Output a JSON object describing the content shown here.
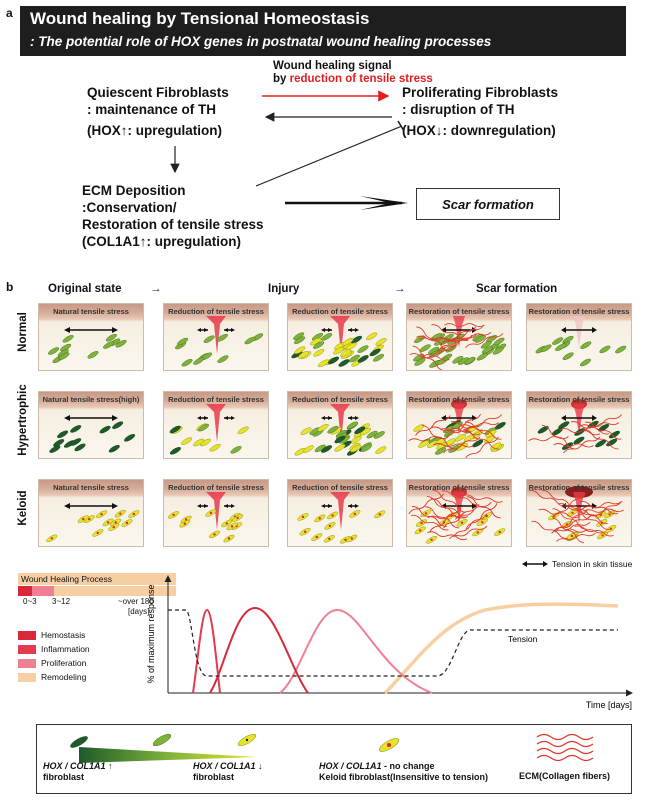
{
  "header": {
    "panel_label_a": "a",
    "title": "Wound healing by Tensional Homeostasis",
    "subtitle": ": The potential role of HOX genes in postnatal wound healing processes"
  },
  "diagram_a": {
    "signal_line1": "Wound healing signal",
    "signal_line2_prefix": "by",
    "signal_line2_red": "reduction of tensile stress",
    "quiescent_title": "Quiescent Fibroblasts",
    "quiescent_sub": ": maintenance of TH",
    "quiescent_gene": "(HOX↑: upregulation)",
    "proliferating_title": "Proliferating Fibroblasts",
    "proliferating_sub": ": disruption of TH",
    "proliferating_gene": "(HOX↓: downregulation)",
    "ecm_line1": "ECM Deposition",
    "ecm_line2": ":Conservation/",
    "ecm_line3": "Restoration of tensile stress",
    "ecm_line4": "(COL1A1↑: upregulation)",
    "scar": "Scar formation"
  },
  "panel_b": {
    "label": "b",
    "columns": [
      "Original state",
      "→",
      "Injury",
      "→",
      "Scar formation"
    ],
    "rows": [
      "Normal",
      "Hypertrophic",
      "Keloid"
    ],
    "panel_titles": [
      [
        "Natural tensile stress",
        "Reduction of tensile stress",
        "Reduction of tensile stress",
        "Restoration of tensile stress",
        "Restoration of tensile stress"
      ],
      [
        "Natural tensile stress(high)",
        "Reduction of tensile stress",
        "Reduction of tensile stress",
        "Restoration of tensile stress",
        "Restoration of tensile stress"
      ],
      [
        "Natural tensile stress",
        "Reduction of tensile stress",
        "Reduction of tensile stress",
        "Restoration of tensile stress",
        "Restoration of tensile stress"
      ]
    ],
    "tension_legend": "Tension in skin tissue"
  },
  "process_legend": {
    "title": "Wound Healing Process",
    "ticks": [
      "0~3",
      "3~12",
      "~over 180"
    ],
    "unit": "[days]",
    "items": [
      {
        "label": "Hemostasis",
        "color": "#d8283a"
      },
      {
        "label": "Inflammation",
        "color": "#e23a4e"
      },
      {
        "label": "Proliferation",
        "color": "#ef7f92"
      },
      {
        "label": "Remodeling",
        "color": "#f8cfa3"
      }
    ]
  },
  "chart_data": {
    "type": "line",
    "ylabel": "% of maximum response",
    "xlabel": "Time [days]",
    "series": [
      {
        "name": "Hemostasis",
        "color": "#d8283a"
      },
      {
        "name": "Inflammation",
        "color": "#e23a4e"
      },
      {
        "name": "Proliferation",
        "color": "#ef7f92"
      },
      {
        "name": "Remodeling",
        "color": "#f8cfa3"
      },
      {
        "name": "Tension",
        "color": "#222222"
      }
    ],
    "tension_label": "Tension"
  },
  "bottom_legend": {
    "up_gene": "HOX / COL1A1 ↑",
    "up_word": "fibroblast",
    "down_gene": "HOX / COL1A1 ↓",
    "down_word": "fibroblast",
    "keloid_gene": "HOX / COL1A1",
    "keloid_suffix": "- no change",
    "keloid_desc": "Keloid fibroblast(Insensitive to tension)",
    "ecm": "ECM(Collagen fibers)"
  },
  "colors": {
    "banner": "#1e1e1e",
    "red_arrow": "#e02020",
    "dark_green": "#1f5a2a",
    "light_green": "#7fb23a",
    "yellow": "#e6e32a"
  }
}
